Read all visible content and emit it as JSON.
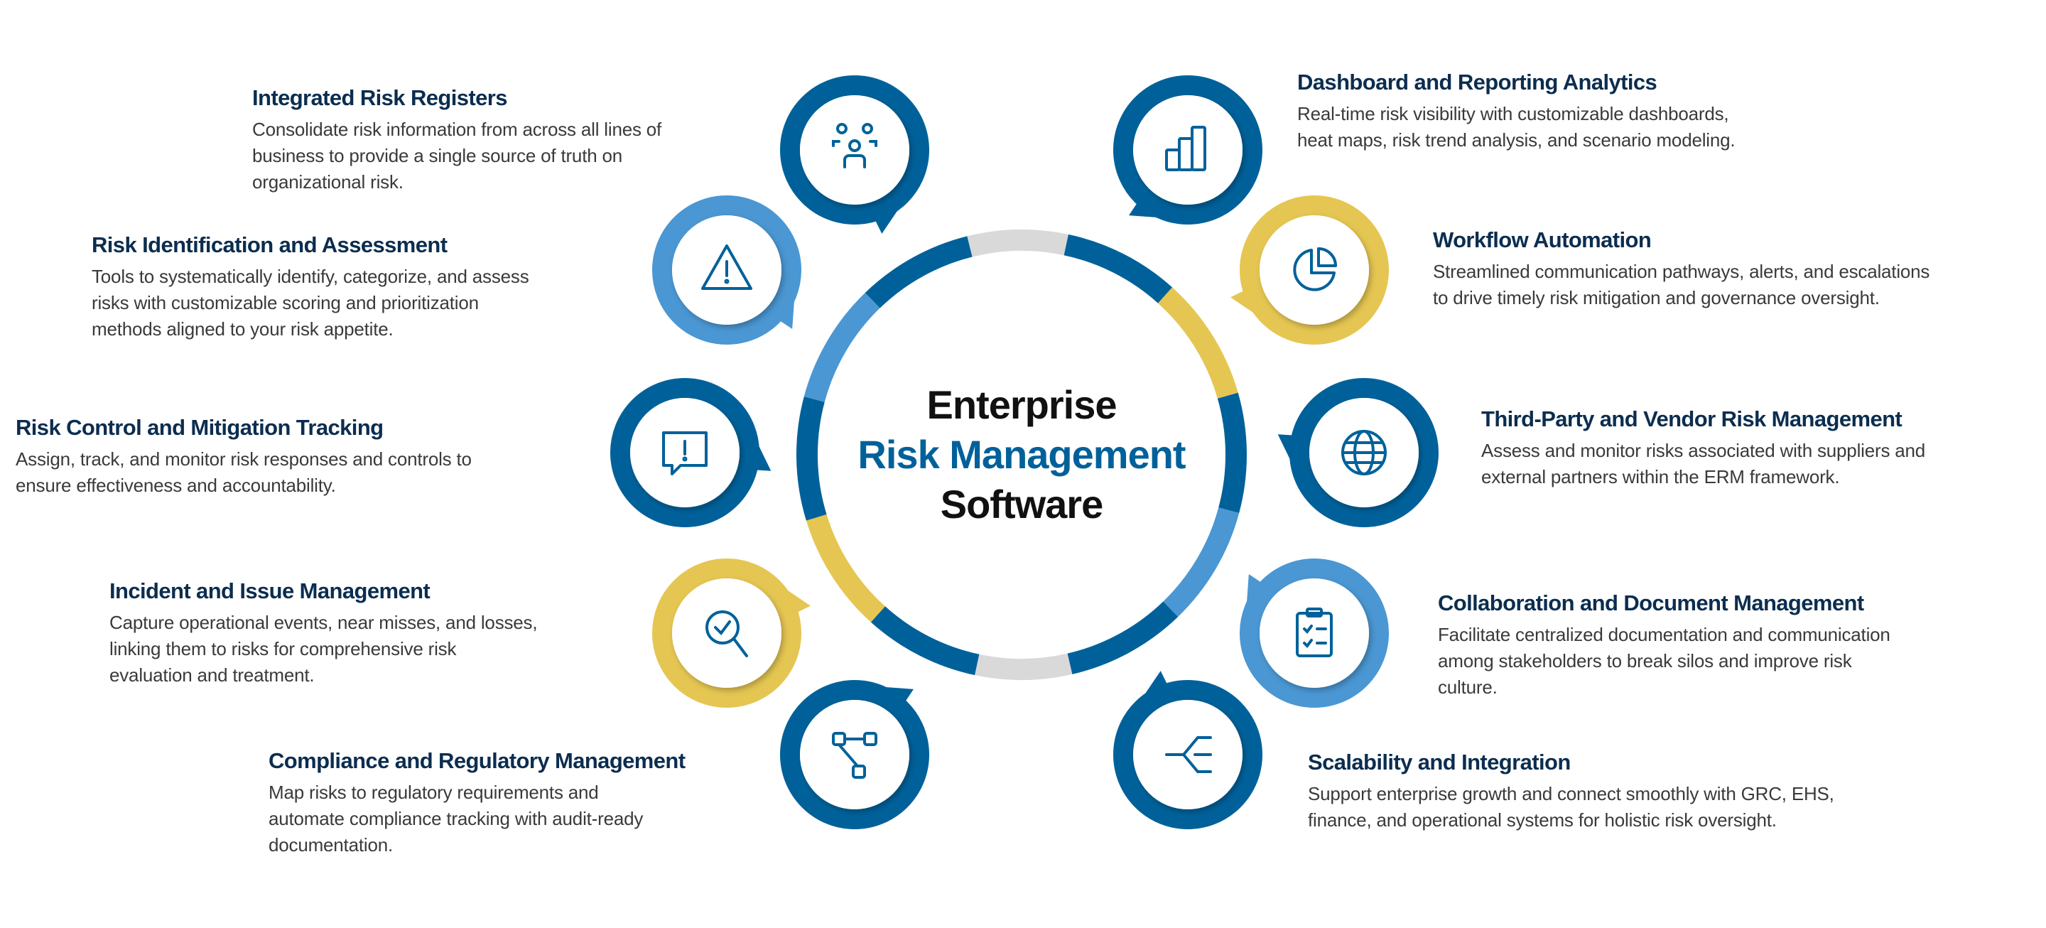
{
  "center": {
    "line1": "Enterprise",
    "line2": "Risk Management",
    "line3": "Software"
  },
  "colors": {
    "dark_blue": "#00619a",
    "light_blue": "#4a97d3",
    "yellow": "#e5c652",
    "gray": "#d9d9d9",
    "title": "#0b2d4f"
  },
  "features": [
    {
      "title": "Integrated Risk Registers",
      "desc": "Consolidate risk information from across all lines of\nbusiness to provide a single source of truth on\norganizational risk.",
      "icon": "people-icon",
      "color": "dark_blue"
    },
    {
      "title": "Risk Identification and Assessment",
      "desc": "Tools to systematically identify, categorize, and assess\nrisks with customizable scoring and prioritization\nmethods aligned to your risk appetite.",
      "icon": "warning-icon",
      "color": "light_blue"
    },
    {
      "title": "Risk Control and Mitigation Tracking",
      "desc": "Assign, track, and monitor risk responses and controls to\nensure effectiveness and accountability.",
      "icon": "alert-message-icon",
      "color": "dark_blue"
    },
    {
      "title": "Incident and Issue Management",
      "desc": "Capture operational events, near misses, and losses,\nlinking them to risks for comprehensive risk\nevaluation and treatment.",
      "icon": "search-check-icon",
      "color": "yellow"
    },
    {
      "title": "Compliance and Regulatory Management",
      "desc": "Map risks to regulatory requirements and\nautomate compliance tracking with audit-ready\ndocumentation.",
      "icon": "flow-icon",
      "color": "dark_blue"
    },
    {
      "title": "Dashboard and Reporting Analytics",
      "desc": "Real-time risk visibility with customizable dashboards,\nheat maps, risk trend analysis, and scenario modeling.",
      "icon": "bar-chart-icon",
      "color": "dark_blue"
    },
    {
      "title": "Workflow Automation",
      "desc": "Streamlined communication pathways, alerts, and escalations\nto drive timely risk mitigation and governance oversight.",
      "icon": "pie-chart-icon",
      "color": "yellow"
    },
    {
      "title": "Third-Party and Vendor Risk Management",
      "desc": "Assess and monitor risks associated with suppliers and\nexternal partners within the ERM framework.",
      "icon": "globe-icon",
      "color": "dark_blue"
    },
    {
      "title": "Collaboration and Document Management",
      "desc": "Facilitate centralized documentation and communication\namong stakeholders to break silos and improve risk\nculture.",
      "icon": "clipboard-icon",
      "color": "light_blue"
    },
    {
      "title": "Scalability and Integration",
      "desc": "Support enterprise growth and connect smoothly with GRC, EHS,\nfinance, and operational systems for holistic risk oversight.",
      "icon": "merge-icon",
      "color": "dark_blue"
    }
  ]
}
